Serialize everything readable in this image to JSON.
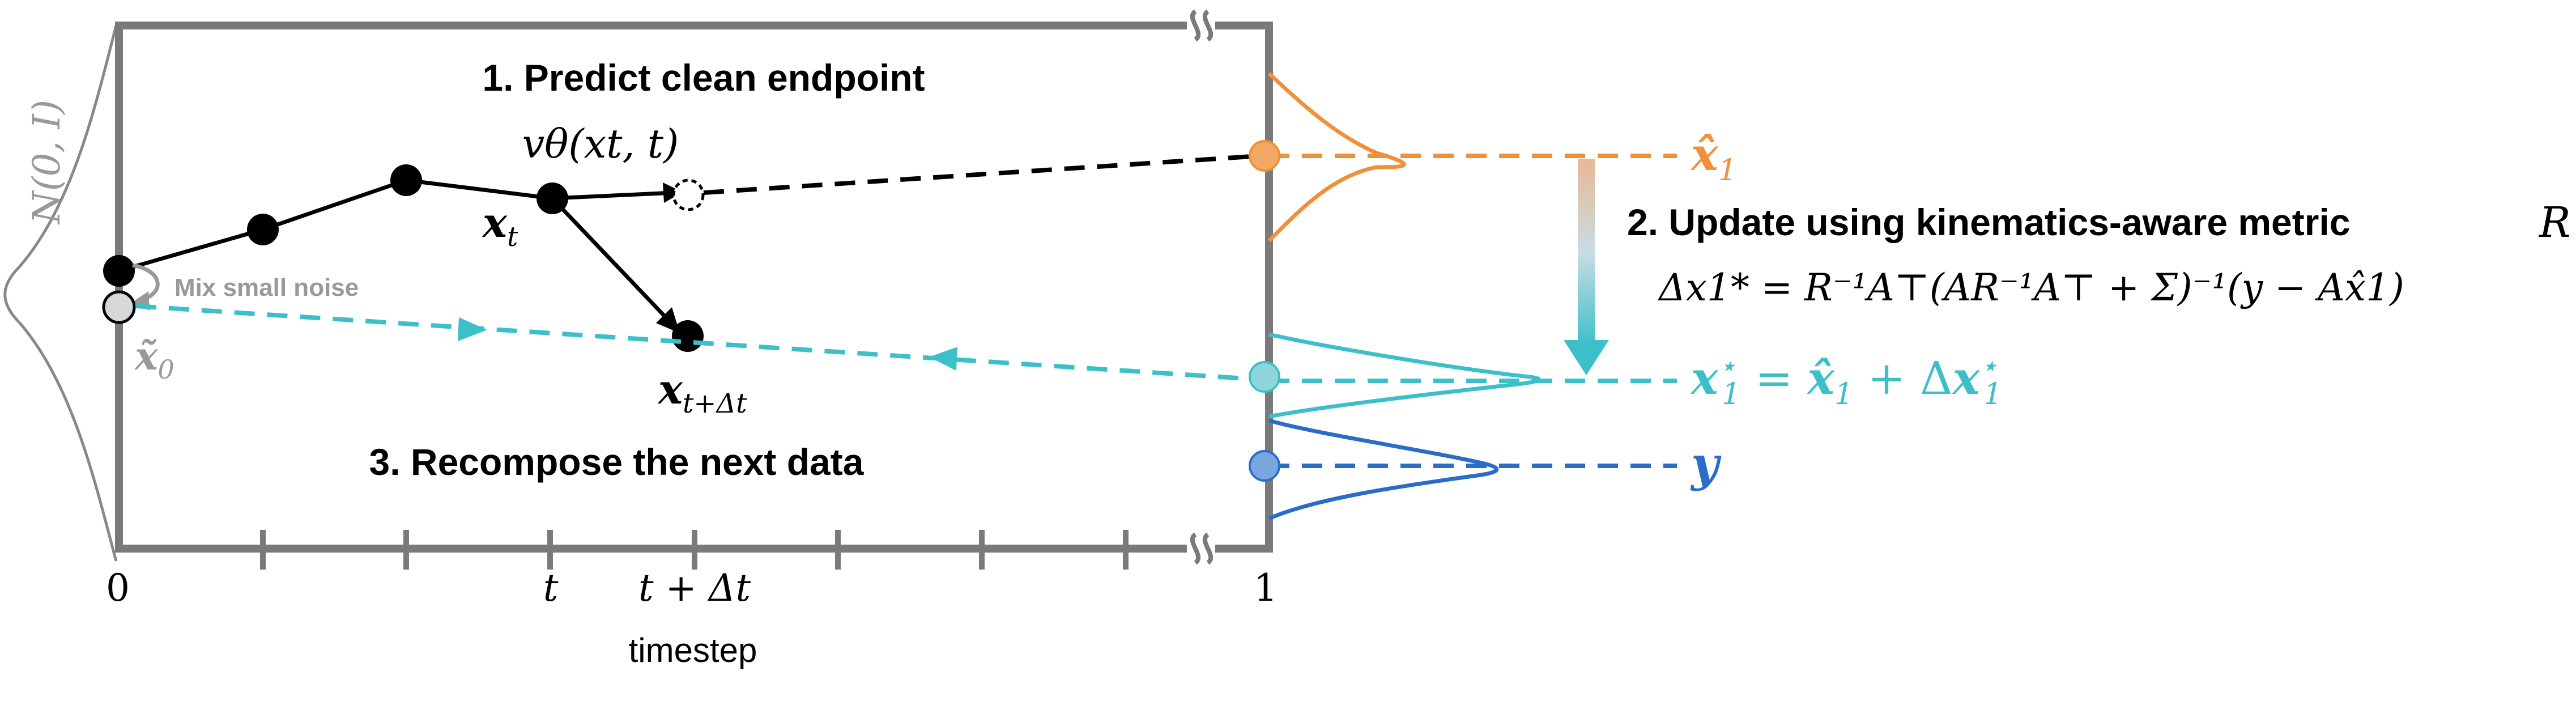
{
  "steps": {
    "predict": "1. Predict clean endpoint",
    "update": "2. Update using kinematics-aware metric",
    "update_symbol": "R",
    "recompose": "3. Recompose the next data"
  },
  "annotations": {
    "noise": "Mix small noise",
    "velocity": "vθ(xt, t)",
    "prior": "N(0, I)"
  },
  "formula": "Δx1* = R⁻¹A⊤(AR⁻¹A⊤ + Σ)⁻¹(y − Ax̂1)",
  "axis": {
    "label": "timestep",
    "ticks": [
      "0",
      "t",
      "t + Δt",
      "1"
    ]
  },
  "colors": {
    "frame": "#7a7a7a",
    "orange": "#f0903a",
    "cyan": "#3dbfca",
    "blue": "#2a6cc8",
    "black": "#000000"
  }
}
